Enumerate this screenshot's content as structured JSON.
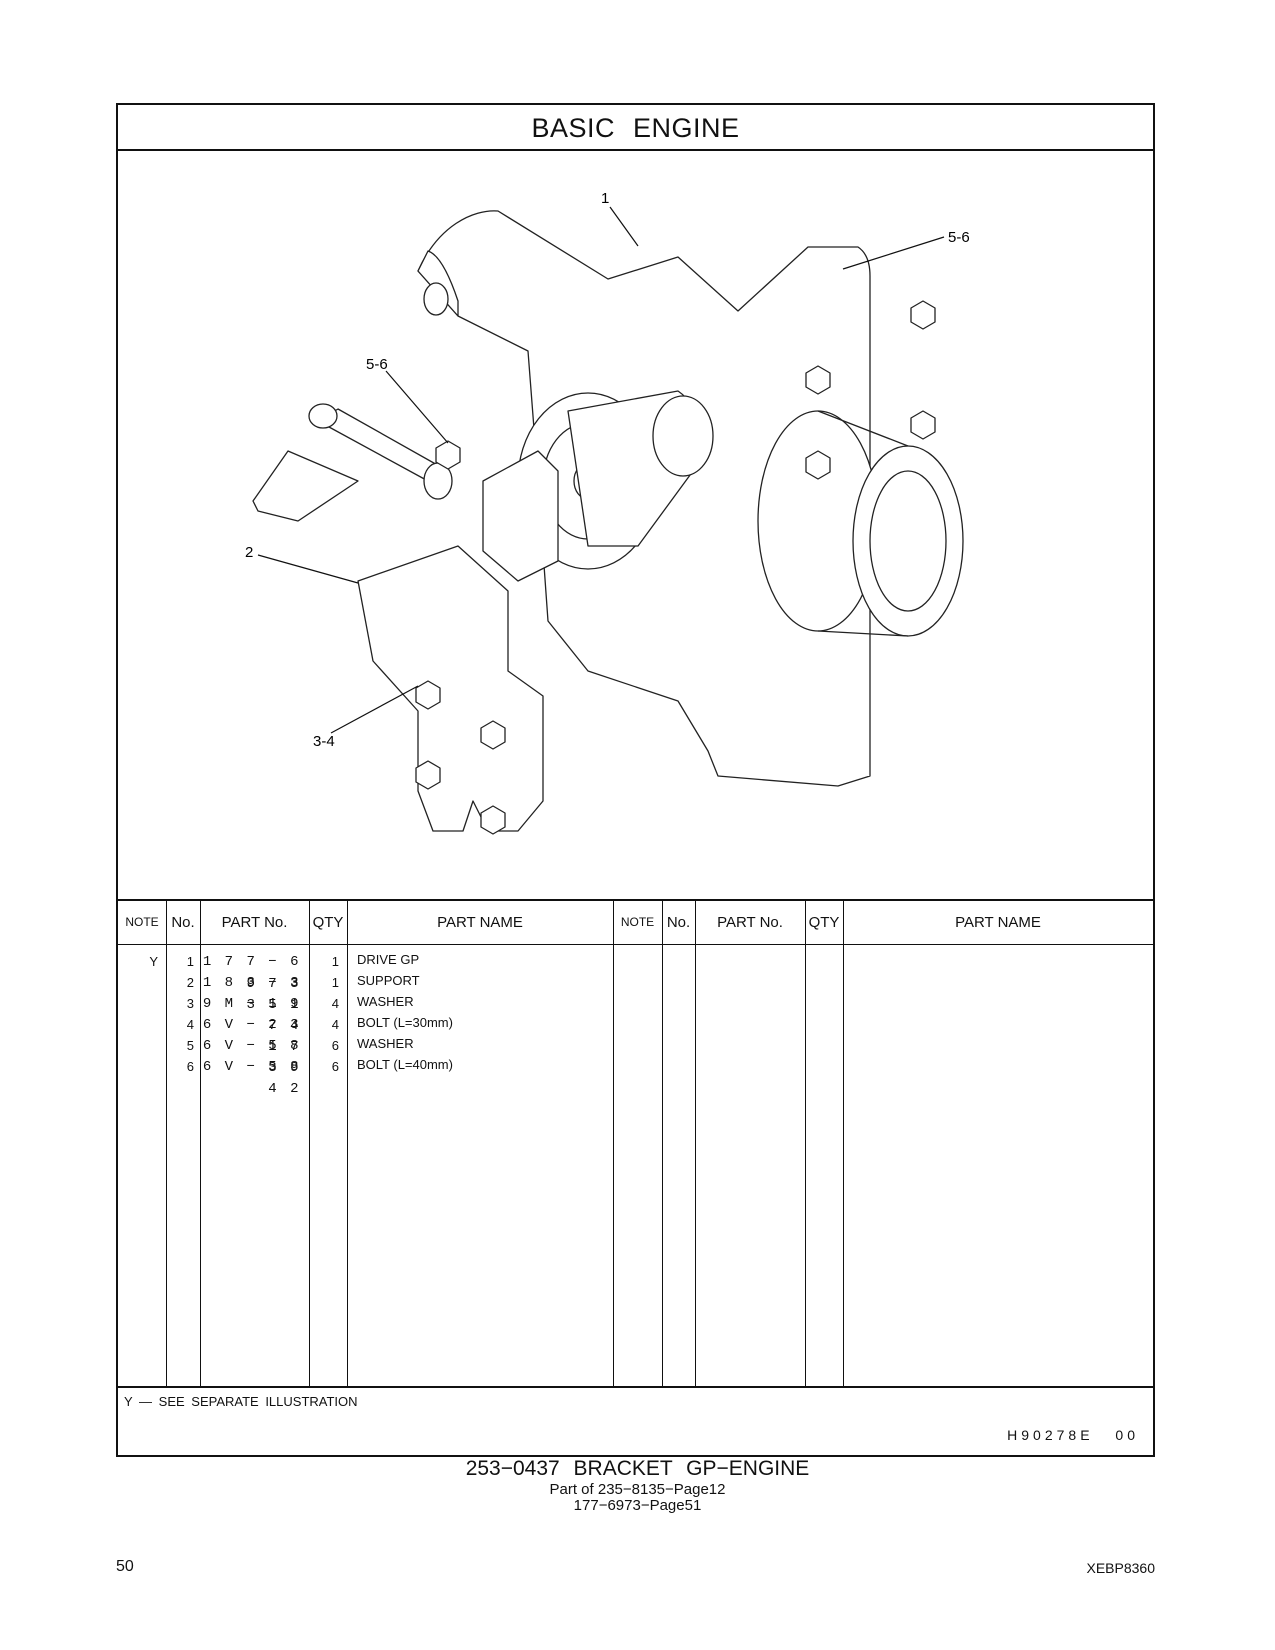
{
  "header": {
    "title": "BASIC   ENGINE"
  },
  "callouts": [
    "1",
    "5-6",
    "5-6",
    "2",
    "3-4"
  ],
  "table": {
    "columns": [
      "NOTE",
      "No.",
      "PART No.",
      "QTY",
      "PART NAME",
      "NOTE",
      "No.",
      "PART No.",
      "QTY",
      "PART NAME"
    ],
    "rows": [
      {
        "note": "Y",
        "no": "1",
        "part_no": "1 7 7 − 6 9 7 3",
        "qty": "1",
        "name": "DRIVE  GP"
      },
      {
        "note": "",
        "no": "2",
        "part_no": "1 8 3 − 3 3 5 1",
        "qty": "1",
        "name": "SUPPORT"
      },
      {
        "note": "",
        "no": "3",
        "part_no": "9 M − 1 9 7 4",
        "qty": "4",
        "name": "WASHER"
      },
      {
        "note": "",
        "no": "4",
        "part_no": "6 V − 2 3 1 7",
        "qty": "4",
        "name": "BOLT (L=30mm)"
      },
      {
        "note": "",
        "no": "5",
        "part_no": "6 V − 5 8 3 9",
        "qty": "6",
        "name": "WASHER"
      },
      {
        "note": "",
        "no": "6",
        "part_no": "6 V − 5 8 4 2",
        "qty": "6",
        "name": "BOLT (L=40mm)"
      }
    ]
  },
  "footer": {
    "note": "Y — SEE  SEPARATE  ILLUSTRATION",
    "drawing_code": "H90278E   00"
  },
  "caption": {
    "title": "253−0437   BRACKET  GP−ENGINE",
    "line2": "Part of 235−8135−Page12",
    "line3": "177−6973−Page51"
  },
  "page": {
    "number": "50",
    "doc_id": "XEBP8360"
  }
}
